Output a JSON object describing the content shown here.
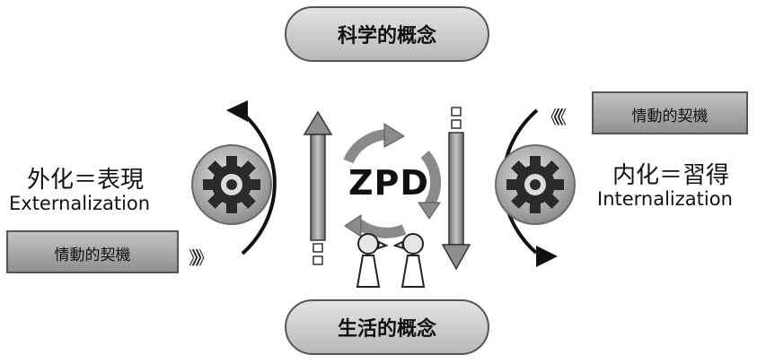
{
  "top_concept": "科学的概念",
  "bottom_concept": "生活的概念",
  "center_label": "ZPD",
  "left": {
    "title": "外化＝表現",
    "subtitle": "Externalization",
    "tag": "情動的契機",
    "arrow_glyph": "》》》"
  },
  "right": {
    "title": "内化＝習得",
    "subtitle": "Internalization",
    "tag": "情動的契機",
    "arrow_glyph": "《《《"
  },
  "colors": {
    "pill_fill": "#c9c9c9",
    "tag_fill": "#a9a9a9",
    "gear_ring": "#9a9a9a",
    "gear_dark": "#2a2a2a",
    "arrow_gray": "#8e8e8e",
    "text": "#111111"
  }
}
